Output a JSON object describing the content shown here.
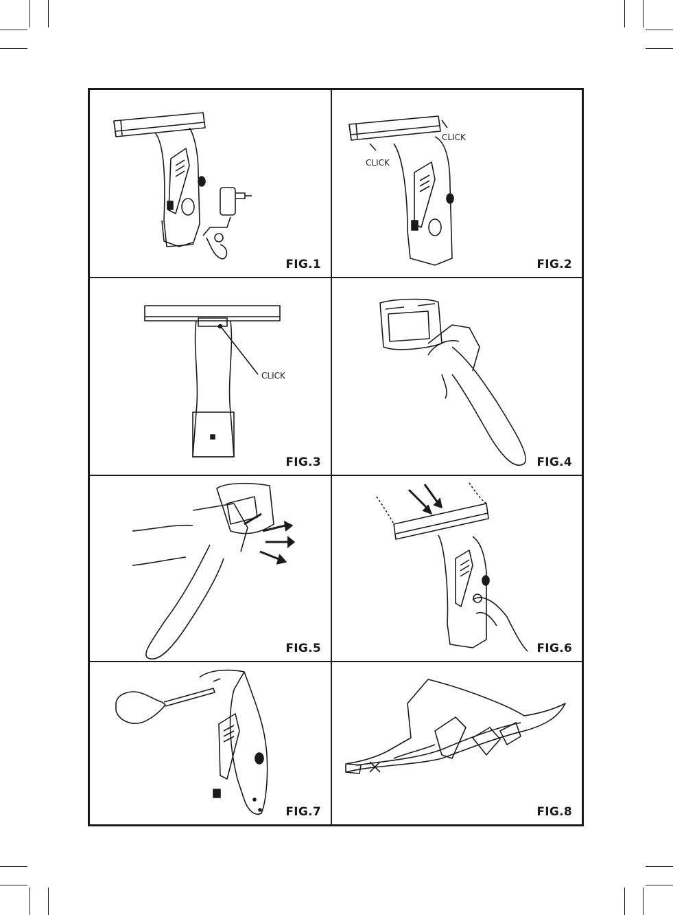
{
  "figures": [
    {
      "id": "fig1",
      "label": "FIG.1",
      "depicts": "squeegee-with-charger"
    },
    {
      "id": "fig2",
      "label": "FIG.2",
      "depicts": "attach-blade"
    },
    {
      "id": "fig3",
      "label": "FIG.3",
      "depicts": "front-view"
    },
    {
      "id": "fig4",
      "label": "FIG.4",
      "depicts": "attach-cloth-to-spray-bottle"
    },
    {
      "id": "fig5",
      "label": "FIG.5",
      "depicts": "spray-bottle-in-use"
    },
    {
      "id": "fig6",
      "label": "FIG.6",
      "depicts": "squeegee-on-window"
    },
    {
      "id": "fig7",
      "label": "FIG.7",
      "depicts": "unscrewing-with-screwdriver"
    },
    {
      "id": "fig8",
      "label": "FIG.8",
      "depicts": "inner-housing-wiring"
    }
  ],
  "callouts": {
    "fig2_click_right": "CLICK",
    "fig2_click_left": "CLICK",
    "fig3_click": "CLICK"
  },
  "colors": {
    "ink": "#1a1a1a",
    "paper": "#ffffff"
  }
}
